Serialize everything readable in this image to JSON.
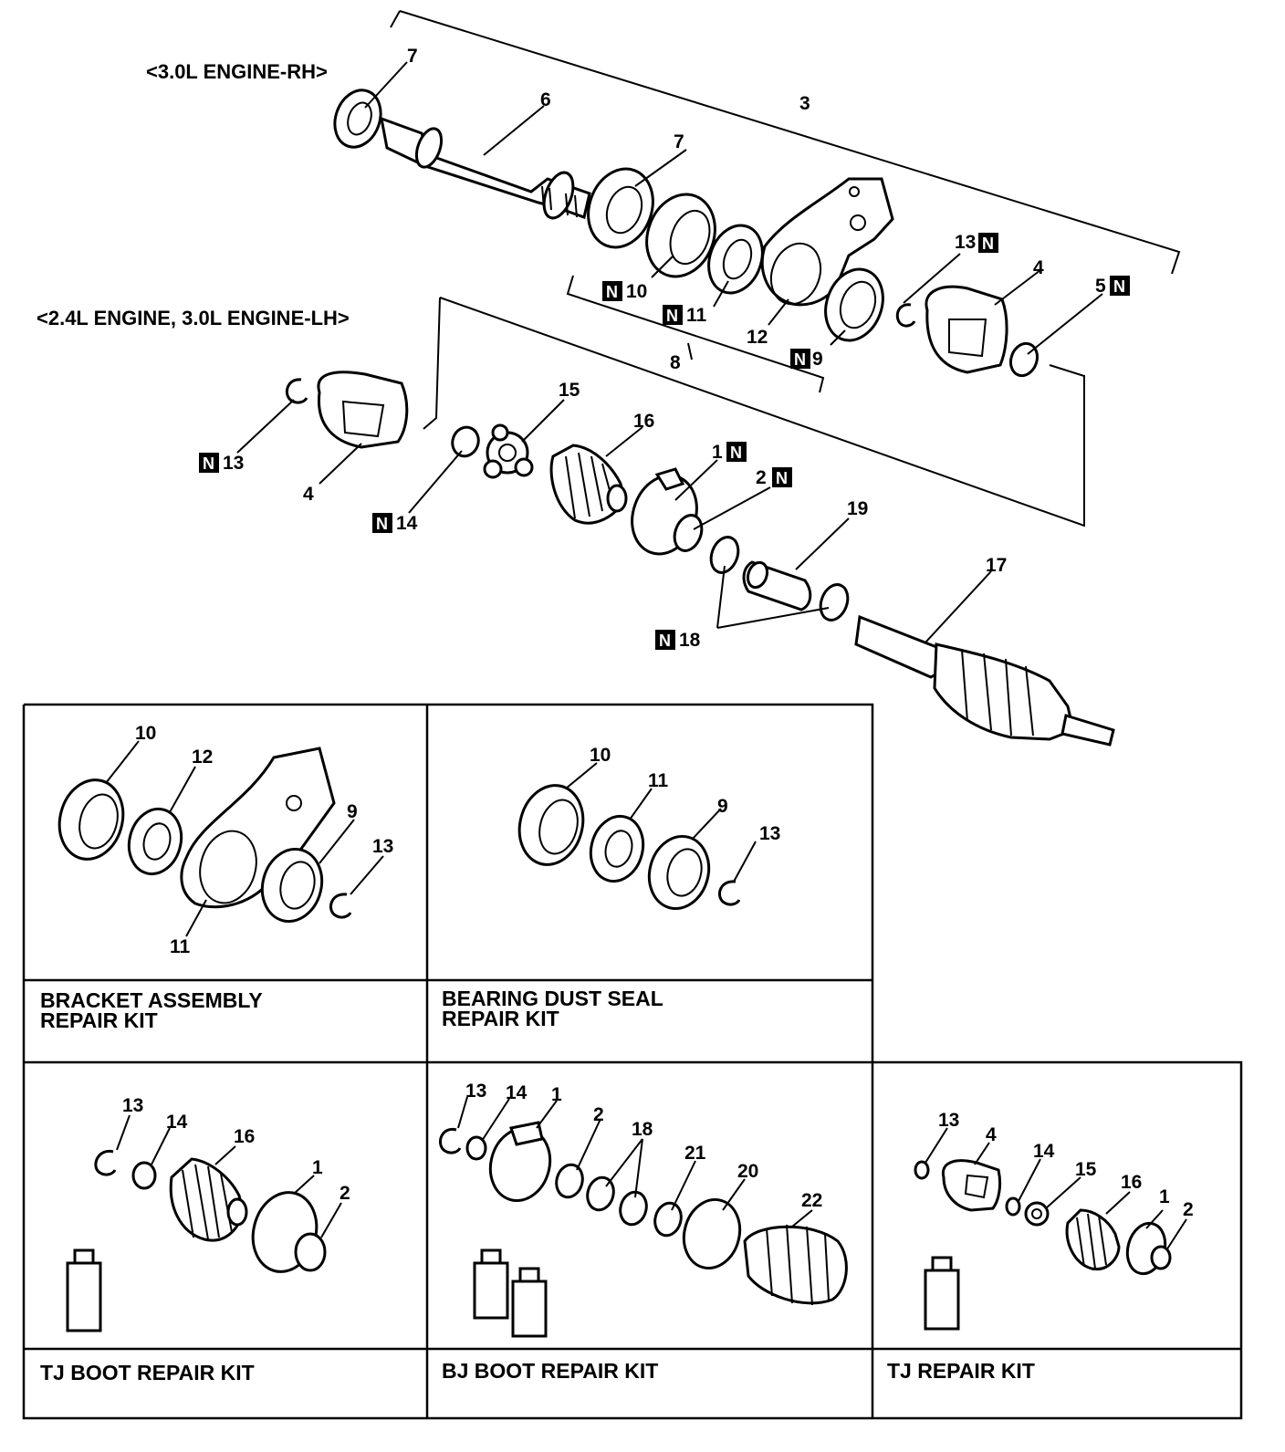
{
  "headings": {
    "engine_rh": "<3.0L ENGINE-RH>",
    "engine_lh": "<2.4L ENGINE, 3.0L ENGINE-LH>"
  },
  "badge_letter": "N",
  "main_labels": {
    "l7a": "7",
    "l6": "6",
    "l3": "3",
    "l7b": "7",
    "l13n_top": "13",
    "l4_top": "4",
    "l5n": "5",
    "l10n": "10",
    "l11n": "11",
    "l12": "12",
    "l9n": "9",
    "l8": "8",
    "l13n_left": "13",
    "l4_left": "4",
    "l14n": "14",
    "l15": "15",
    "l16": "16",
    "l1n": "1",
    "l2n": "2",
    "l19": "19",
    "l17": "17",
    "l18n": "18"
  },
  "kits": [
    {
      "title_line1": "BRACKET ASSEMBLY",
      "title_line2": "REPAIR KIT",
      "labels": {
        "a": "10",
        "b": "12",
        "c": "9",
        "d": "13",
        "e": "11"
      }
    },
    {
      "title_line1": "BEARING DUST SEAL",
      "title_line2": "REPAIR KIT",
      "labels": {
        "a": "10",
        "b": "11",
        "c": "9",
        "d": "13"
      }
    },
    {
      "title_line1": "TJ BOOT REPAIR KIT",
      "labels": {
        "a": "13",
        "b": "14",
        "c": "16",
        "d": "1",
        "e": "2"
      }
    },
    {
      "title_line1": "BJ BOOT REPAIR KIT",
      "labels": {
        "a": "13",
        "b": "14",
        "c": "1",
        "d": "2",
        "e": "18",
        "f": "21",
        "g": "20",
        "h": "22"
      }
    },
    {
      "title_line1": "TJ REPAIR KIT",
      "labels": {
        "a": "13",
        "b": "4",
        "c": "14",
        "d": "15",
        "e": "16",
        "f": "1",
        "g": "2"
      }
    }
  ]
}
